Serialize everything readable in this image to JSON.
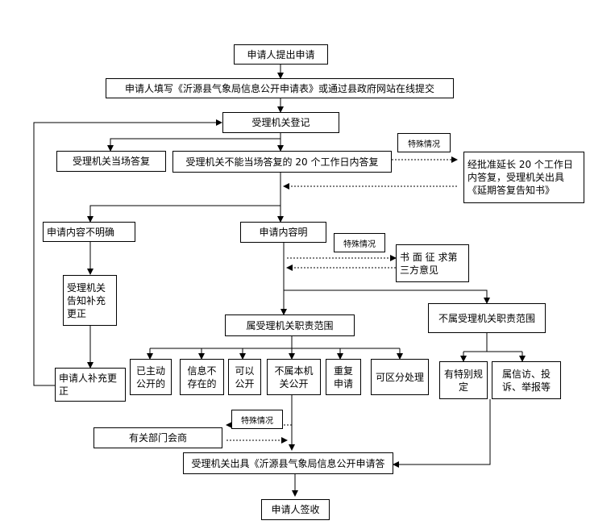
{
  "nodes": {
    "submit": "申请人提出申请",
    "fill_form": "申请人填写《沂源县气象局信息公开申请表》或通过县政府网站在线提交",
    "register": "受理机关登记",
    "reply_on_spot": "受理机关当场答复",
    "reply_20_days": "受理机关不能当场答复的 20 个工作日内答复",
    "extend_20_days": "经批准延长 20 个工作日内答复，受理机关出具《延期答复告知书》",
    "unclear": "申请内容不明确",
    "clear": "申请内容明",
    "notify_correct": "受理机关告知补充更正",
    "third_party": "书 面 征 求第三方意见",
    "in_scope": "属受理机关职责范围",
    "out_scope": "不属受理机关职责范围",
    "published": "已主动公开的",
    "not_exist": "信息不存在的",
    "can_publish": "可以公开",
    "not_this_office": "不属本机关公开",
    "duplicate": "重复申请",
    "partial": "可区分处理",
    "special_rule": "有特别规定",
    "petition": "属信访、投诉、举报等",
    "applicant_correct": "申请人补充更正",
    "consult_dept": "有关部门会商",
    "issue_reply": "受理机关出具《沂源县气象局信息公开申请答",
    "sign": "申请人签收"
  },
  "special_label": "特殊情况"
}
